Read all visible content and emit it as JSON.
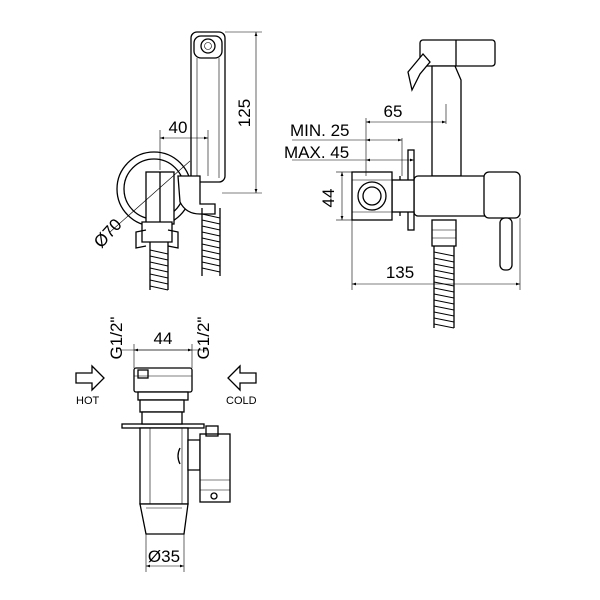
{
  "dimensions": {
    "handset_length": "125",
    "hook_offset": "40",
    "body_diameter": "Ø70",
    "spray_reach": "65",
    "min_depth": "MIN. 25",
    "max_depth": "MAX. 45",
    "body_height": "44",
    "total_length": "135",
    "inlet_left": "G1/2\"",
    "inlet_spacing": "44",
    "inlet_right": "G1/2\"",
    "valve_diameter": "Ø35"
  },
  "labels": {
    "hot": "HOT",
    "cold": "COLD"
  }
}
